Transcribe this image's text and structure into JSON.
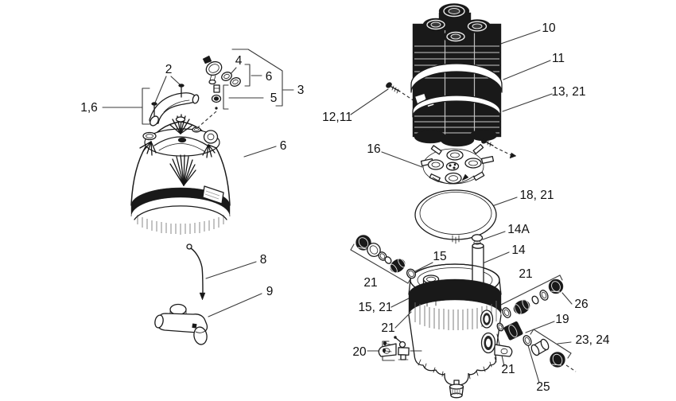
{
  "diagram": {
    "background": "#ffffff",
    "line_color": "#1c1c1c",
    "label_color": "#101010",
    "labels": [
      {
        "id": "callout-1-6",
        "text": "1,6"
      },
      {
        "id": "callout-2",
        "text": "2"
      },
      {
        "id": "callout-4",
        "text": "4"
      },
      {
        "id": "callout-6-gauge",
        "text": "6"
      },
      {
        "id": "callout-5",
        "text": "5"
      },
      {
        "id": "callout-3",
        "text": "3"
      },
      {
        "id": "callout-6-lid",
        "text": "6"
      },
      {
        "id": "callout-8",
        "text": "8"
      },
      {
        "id": "callout-9",
        "text": "9"
      },
      {
        "id": "callout-10",
        "text": "10"
      },
      {
        "id": "callout-11",
        "text": "11"
      },
      {
        "id": "callout-13-21",
        "text": "13, 21"
      },
      {
        "id": "callout-12-11",
        "text": "12,11"
      },
      {
        "id": "callout-16",
        "text": "16"
      },
      {
        "id": "callout-18-21",
        "text": "18, 21"
      },
      {
        "id": "callout-14a",
        "text": "14A"
      },
      {
        "id": "callout-14",
        "text": "14"
      },
      {
        "id": "callout-15",
        "text": "15"
      },
      {
        "id": "callout-21-inlet",
        "text": "21"
      },
      {
        "id": "callout-15-21",
        "text": "15, 21"
      },
      {
        "id": "callout-21-collar",
        "text": "21"
      },
      {
        "id": "callout-20",
        "text": "20"
      },
      {
        "id": "callout-21-upper-right",
        "text": "21"
      },
      {
        "id": "callout-26",
        "text": "26"
      },
      {
        "id": "callout-19",
        "text": "19"
      },
      {
        "id": "callout-23-24",
        "text": "23, 24"
      },
      {
        "id": "callout-25",
        "text": "25"
      },
      {
        "id": "callout-21-lower-right",
        "text": "21"
      }
    ]
  }
}
